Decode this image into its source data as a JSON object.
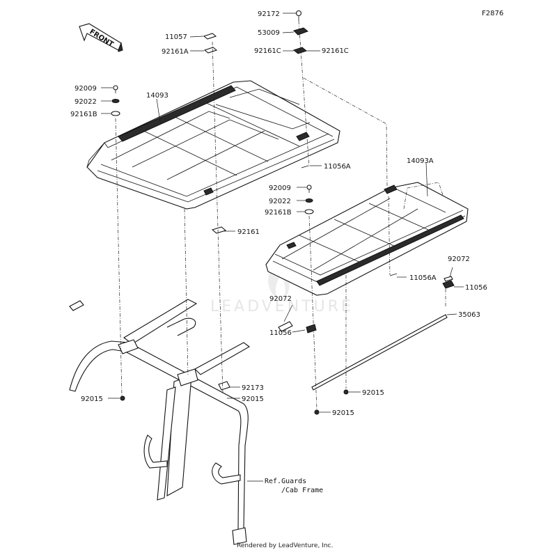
{
  "diagram_id": "F2876",
  "front_label": "FRONT",
  "watermark": "LEADVENTURE",
  "credit": "Rendered by LeadVenture, Inc.",
  "labels": {
    "p92172": "92172",
    "p53009": "53009",
    "p92161C_left": "92161C",
    "p92161C_right": "92161C",
    "p11057": "11057",
    "p92161A": "92161A",
    "p92009_a": "92009",
    "p92022_a": "92022",
    "p92161B_a": "92161B",
    "p14093": "14093",
    "p11056A_a": "11056A",
    "p14093A": "14093A",
    "p92009_b": "92009",
    "p92022_b": "92022",
    "p92161B_b": "92161B",
    "p92161": "92161",
    "p92072_a": "92072",
    "p11056A_b": "11056A",
    "p11056_a": "11056",
    "p92072_b": "92072",
    "p11056_b": "11056",
    "p35063": "35063",
    "p92173": "92173",
    "p92015_a": "92015",
    "p92015_b": "92015",
    "p92015_c": "92015",
    "p92015_d": "92015",
    "ref_line1": "Ref.Guards",
    "ref_line2": "/Cab Frame"
  }
}
